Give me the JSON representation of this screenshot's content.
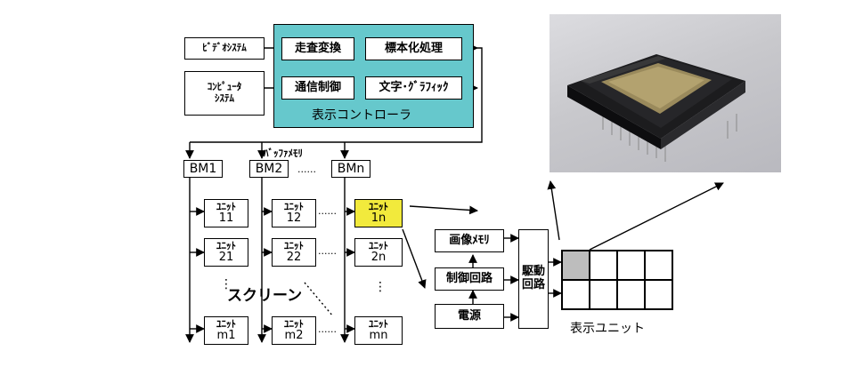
{
  "sources": {
    "video": "ﾋﾞﾃﾞｵｼｽﾃﾑ",
    "computer_line1": "ｺﾝﾋﾟｭｰﾀ",
    "computer_line2": "ｼｽﾃﾑ"
  },
  "controller": {
    "scan_convert": "走査変換",
    "sampling": "標本化処理",
    "comm_control": "通信制御",
    "text_graphic": "文字･ｸﾞﾗﾌｨｯｸ",
    "label": "表示コントローラ"
  },
  "buffer": {
    "label": "ﾊﾞｯﾌｧﾒﾓﾘ",
    "bm1": "BM1",
    "bm2": "BM2",
    "dots": "......",
    "bmn": "BMn"
  },
  "screen": {
    "label": "スクリーン",
    "unit_word": "ﾕﾆｯﾄ",
    "u11": "11",
    "u12": "12",
    "u1n": "1n",
    "u21": "21",
    "u22": "22",
    "u2n": "2n",
    "um1": "m1",
    "um2": "m2",
    "umn": "mn",
    "dots_h": "......",
    "dots_v": "⋮"
  },
  "display_unit": {
    "image_memory": "画像ﾒﾓﾘ",
    "control_circuit": "制御回路",
    "power": "電源",
    "drive_circuit": "駆動\n回路",
    "label": "表示ユニット"
  },
  "colors": {
    "controller_fill": "#66c8cc",
    "screen_fill": "#fbf7a8",
    "display_fill": "#f2ea3c",
    "highlight_unit": "#f2ea3c",
    "pixel_highlight": "#bdbdbd"
  }
}
